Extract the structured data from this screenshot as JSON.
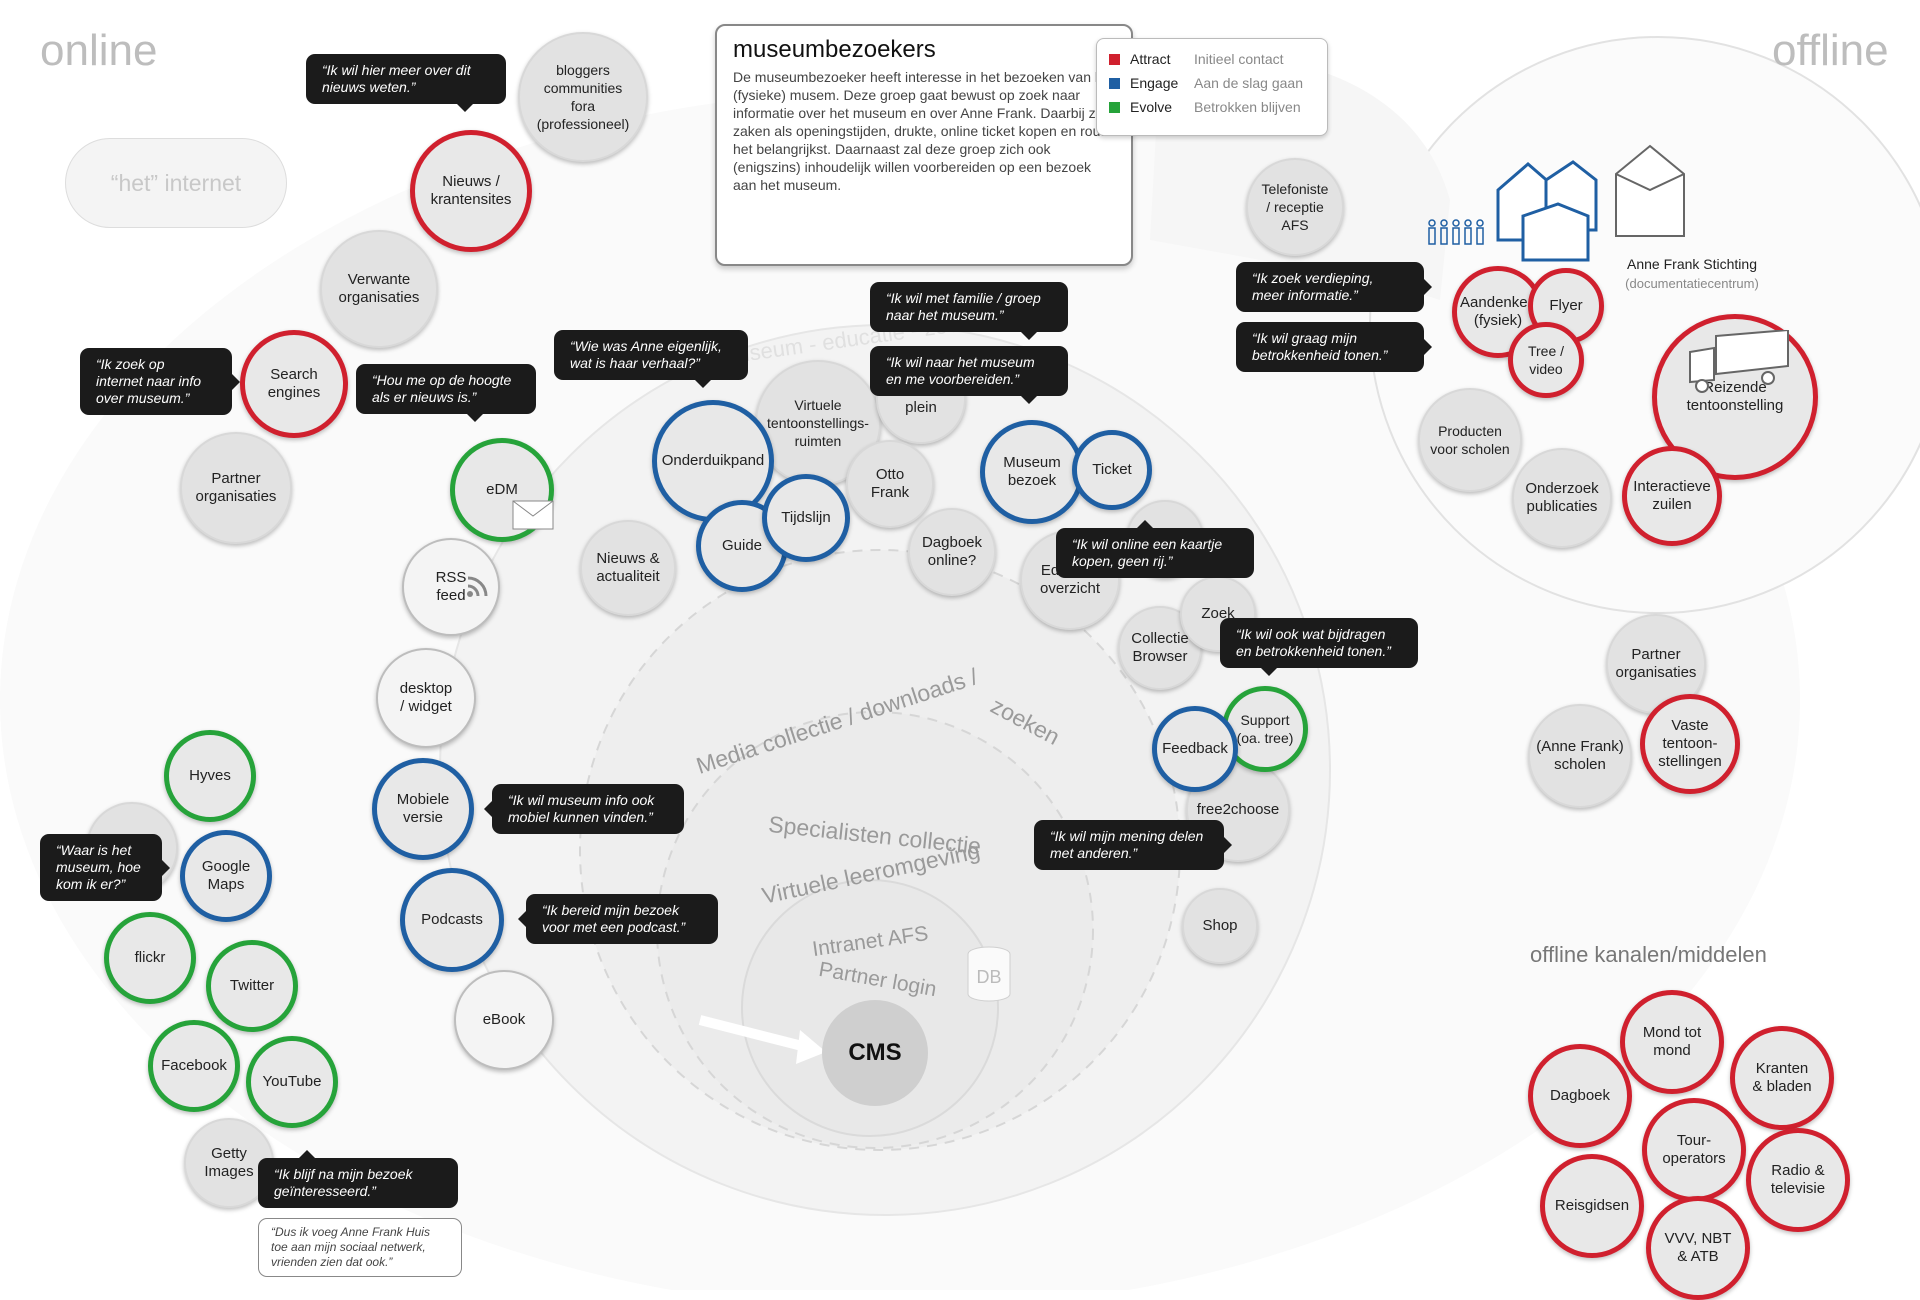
{
  "labels": {
    "online": "online",
    "offline": "offline",
    "internet": "“het” internet",
    "offline_kanalen": "offline kanalen/middelen",
    "media_collectie": "Media collectie / downloads / zoeken",
    "specialisten": "Specialisten collectie",
    "virtuele_leeromgeving": "Virtuele leeromgeving",
    "intranet": "Intranet AFS",
    "partner_login": "Partner login",
    "cms": "CMS",
    "db": "DB",
    "ring_top": "anne - museum - educatie - zoek",
    "anne_frank_stichting": "Anne Frank Stichting",
    "documentatiecentrum": "(documentatiecentrum)"
  },
  "info": {
    "title": "museumbezoekers",
    "text": "De museumbezoeker heeft interesse in het bezoeken van het (fysieke) musem.\nDeze groep gaat bewust op zoek naar informatie over het museum en over Anne Frank.\nDaarbij zijn zaken als openingstijden, drukte, online ticket kopen en route het belangrijkst.\nDaarnaast zal deze groep zich ook (enigszins) inhoudelijk willen voorbereiden op een bezoek aan het museum."
  },
  "legend": [
    {
      "name": "Attract",
      "desc": "Initieel contact",
      "color": "#d0202e"
    },
    {
      "name": "Engage",
      "desc": "Aan de slag gaan",
      "color": "#1f5fa3"
    },
    {
      "name": "Evolve",
      "desc": "Betrokken blijven",
      "color": "#26a33a"
    }
  ],
  "colors": {
    "attract": "#d0202e",
    "engage": "#1f5fa3",
    "evolve": "#26a33a",
    "neutral": "#e2e2e2"
  },
  "nodes": {
    "bloggers": "bloggers\ncommunities\nfora\n(professioneel)",
    "nieuws_krantensites": "Nieuws /\nkrantensites",
    "verwante": "Verwante\norganisaties",
    "search": "Search\nengines",
    "partner_org_online": "Partner\norganisaties",
    "edm": "eDM",
    "rss": "RSS\nfeed",
    "desktop": "desktop\n/ widget",
    "mobiele": "Mobiele\nversie",
    "podcasts": "Podcasts",
    "ebook": "eBook",
    "hyves": "Hyves",
    "google_maps": "Google\nMaps",
    "flickr": "flickr",
    "twitter": "Twitter",
    "facebook": "Facebook",
    "youtube": "YouTube",
    "getty": "Getty\nImages",
    "onderduikpand": "Onderduikpand",
    "virtuele_tentoonstelling": "Virtuele\ntentoonstellings-\nruimten",
    "merwedeplein": "Merwede-\nplein",
    "otto": "Otto\nFrank",
    "guide": "Guide",
    "tijdslijn": "Tijdslijn",
    "nieuws_actualiteit": "Nieuws &\nactualiteit",
    "dagboek_online": "Dagboek\nonline?",
    "museum_bezoek": "Museum\nbezoek",
    "ticket": "Ticket",
    "educatie": "Educatie\noverzicht",
    "collectie_browser": "Collectie\nBrowser",
    "zoek": "Zoek",
    "support": "Support\n(oa. tree)",
    "feedback": "Feedback",
    "free2choose": "free2choose",
    "shop": "Shop",
    "telefoniste": "Telefoniste\n/ receptie\nAFS",
    "aandenken": "Aandenken\n(fysiek)",
    "flyer": "Flyer",
    "tree_video": "Tree /\nvideo",
    "producten": "Producten\nvoor scholen",
    "onderzoek": "Onderzoek\npublicaties",
    "reizende": "Reizende\ntentoonstelling",
    "interactieve": "Interactieve\nzuilen",
    "partner_org_offline": "Partner\norganisaties",
    "anne_scholen": "(Anne Frank)\nscholen",
    "vaste": "Vaste\ntentoon-\nstellingen",
    "mond": "Mond tot\nmond",
    "dagboek": "Dagboek",
    "kranten": "Kranten\n& bladen",
    "tour": "Tour-\noperators",
    "radio": "Radio &\ntelevisie",
    "reisgidsen": "Reisgidsen",
    "vvv": "VVV, NBT\n& ATB"
  },
  "quotes": {
    "q_nieuws": "“Ik wil hier meer over  dit\nnieuws weten.”",
    "q_search": "“Ik zoek op\ninternet naar info\nover museum.”",
    "q_hoogte": "“Hou me op de hoogte\nals er nieuws is.”",
    "q_anne": "“Wie was Anne eigenlijk,\nwat is haar verhaal?”",
    "q_familie": "“Ik wil met familie / groep\nnaar het museum.”",
    "q_voorbereiden": "“Ik wil naar het museum\nen me voorbereiden.”",
    "q_kaartje": "“Ik wil online een kaartje\nkopen, geen rij.”",
    "q_bijdragen": "“Ik wil ook wat bijdragen\nen betrokkenheid tonen.”",
    "q_mening": "“Ik wil mijn mening delen\nmet anderen.”",
    "q_mobiel": "“Ik wil museum info ook\nmobiel kunnen vinden.”",
    "q_podcast": "“Ik bereid mijn bezoek\nvoor met een podcast.”",
    "q_waar": "“Waar is het\nmuseum, hoe\nkom ik er?”",
    "q_blijf": "“Ik blijf na mijn bezoek\ngeïnteresseerd.”",
    "q_voeg": "“Dus ik voeg Anne Frank Huis\ntoe aan mijn sociaal netwerk,\nvrienden zien dat ook.”",
    "q_verdieping": "“Ik zoek verdieping,\nmeer informatie.”",
    "q_betrokkenheid": "“Ik wil graag mijn\nbetrokkenheid tonen.”"
  }
}
